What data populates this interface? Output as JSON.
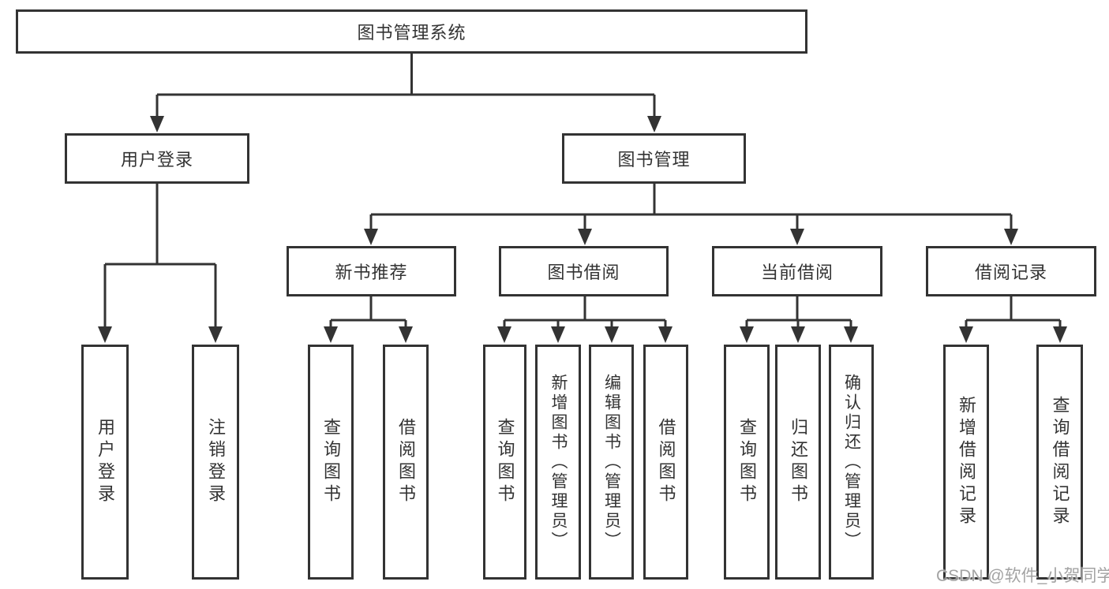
{
  "diagram": {
    "type": "tree",
    "nodes": {
      "root": {
        "label": "图书管理系统"
      },
      "user_login": {
        "label": "用户登录"
      },
      "book_mgmt": {
        "label": "图书管理"
      },
      "new_book_rec": {
        "label": "新书推荐"
      },
      "book_borrow": {
        "label": "图书借阅"
      },
      "current_borrow": {
        "label": "当前借阅"
      },
      "borrow_record": {
        "label": "借阅记录"
      },
      "login": {
        "label": "用户登录"
      },
      "logout": {
        "label": "注销登录"
      },
      "rec_query": {
        "label": "查询图书"
      },
      "rec_borrow": {
        "label": "借阅图书"
      },
      "bb_query": {
        "label": "查询图书"
      },
      "bb_add": {
        "label": "新增图书（管理员）"
      },
      "bb_edit": {
        "label": "编辑图书（管理员）"
      },
      "bb_borrow": {
        "label": "借阅图书"
      },
      "cb_query": {
        "label": "查询图书"
      },
      "cb_return": {
        "label": "归还图书"
      },
      "cb_confirm": {
        "label": "确认归还（管理员）"
      },
      "br_add": {
        "label": "新增借阅记录"
      },
      "br_query": {
        "label": "查询借阅记录"
      }
    },
    "structure": [
      {
        "parent": "图书管理系统",
        "children": [
          "用户登录",
          "图书管理"
        ]
      },
      {
        "parent": "用户登录",
        "children": [
          "用户登录",
          "注销登录"
        ]
      },
      {
        "parent": "图书管理",
        "children": [
          "新书推荐",
          "图书借阅",
          "当前借阅",
          "借阅记录"
        ]
      },
      {
        "parent": "新书推荐",
        "children": [
          "查询图书",
          "借阅图书"
        ]
      },
      {
        "parent": "图书借阅",
        "children": [
          "查询图书",
          "新增图书（管理员）",
          "编辑图书（管理员）",
          "借阅图书"
        ]
      },
      {
        "parent": "当前借阅",
        "children": [
          "查询图书",
          "归还图书",
          "确认归还（管理员）"
        ]
      },
      {
        "parent": "借阅记录",
        "children": [
          "新增借阅记录",
          "查询借阅记录"
        ]
      }
    ],
    "colors": {
      "line": "#333333",
      "border": "#333333",
      "text": "#333333",
      "background": "#ffffff",
      "watermark": "#9b9b9b"
    }
  },
  "watermark": {
    "text": "CSDN @软件_小贺同学"
  }
}
